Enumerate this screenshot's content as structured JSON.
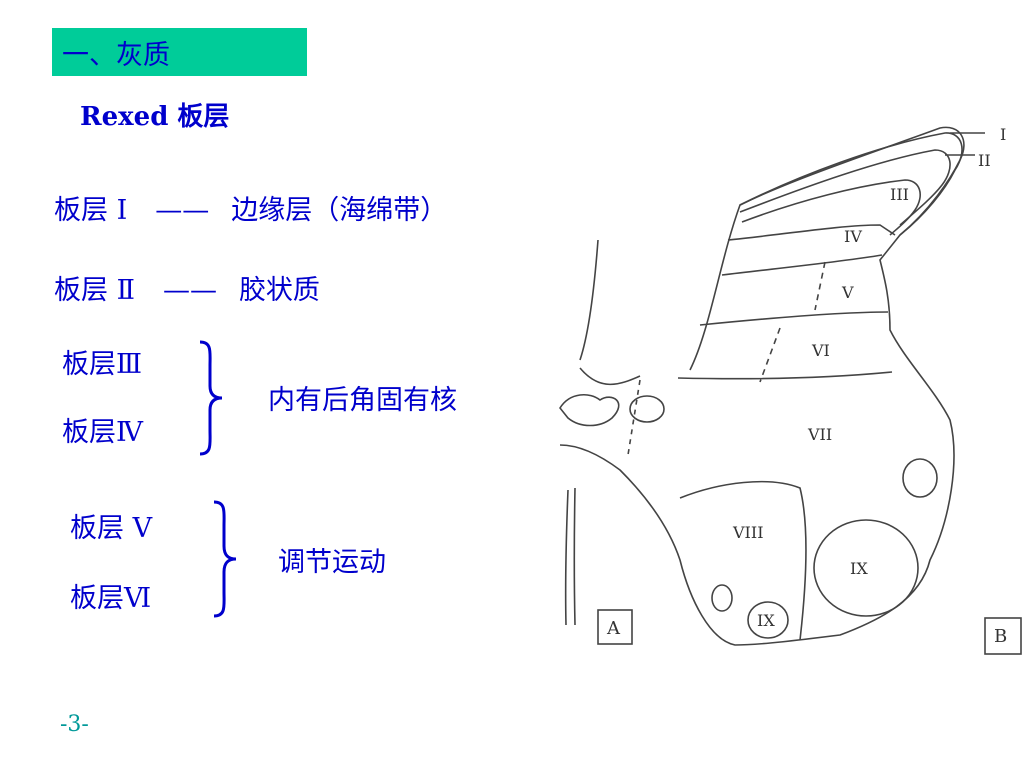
{
  "title": "一、灰质",
  "subtitle": "Rexed 板层",
  "rows": [
    {
      "lamina": "板层 Ⅰ",
      "dash": "——",
      "desc": "边缘层（海绵带）"
    },
    {
      "lamina": "板层 Ⅱ",
      "dash": "——",
      "desc": "胶状质"
    }
  ],
  "groups": [
    {
      "items": [
        "板层Ⅲ",
        "板层Ⅳ"
      ],
      "desc": "内有后角固有核"
    },
    {
      "items": [
        "板层 Ⅴ",
        "板层Ⅵ"
      ],
      "desc": "调节运动"
    }
  ],
  "diagram": {
    "labels": {
      "I": "I",
      "II": "II",
      "III": "III",
      "IV": "IV",
      "V": "V",
      "VI": "VI",
      "VII": "VII",
      "VIII": "VIII",
      "IX_ventral": "IX",
      "IX_small": "IX",
      "panel_a": "A",
      "panel_b": "B"
    }
  },
  "page_number": "-3-",
  "colors": {
    "text": "#0000cc",
    "title_bg": "#00cc99",
    "page_number": "#009999"
  }
}
